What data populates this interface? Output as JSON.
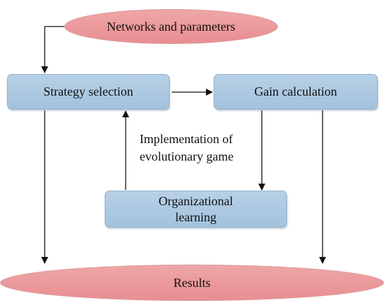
{
  "diagram": {
    "nodes": {
      "networks": {
        "label": "Networks and parameters",
        "shape": "ellipse",
        "color": "#eb9a9d"
      },
      "strategy": {
        "label": "Strategy selection",
        "shape": "rounded-rectangle",
        "color": "#adc9e1"
      },
      "gain": {
        "label": "Gain calculation",
        "shape": "rounded-rectangle",
        "color": "#adc9e1"
      },
      "learning": {
        "label": "Organizational\nlearning",
        "shape": "rounded-rectangle",
        "color": "#adc9e1"
      },
      "results": {
        "label": "Results",
        "shape": "ellipse",
        "color": "#eb9a9d"
      }
    },
    "annotation": "Implementation of\nevolutionary game",
    "edges": [
      {
        "from": "networks",
        "to": "strategy"
      },
      {
        "from": "strategy",
        "to": "gain"
      },
      {
        "from": "gain",
        "to": "learning"
      },
      {
        "from": "learning",
        "to": "strategy"
      },
      {
        "from": "strategy",
        "to": "results"
      },
      {
        "from": "gain",
        "to": "results"
      }
    ],
    "colors": {
      "arrow": "#111111"
    }
  }
}
